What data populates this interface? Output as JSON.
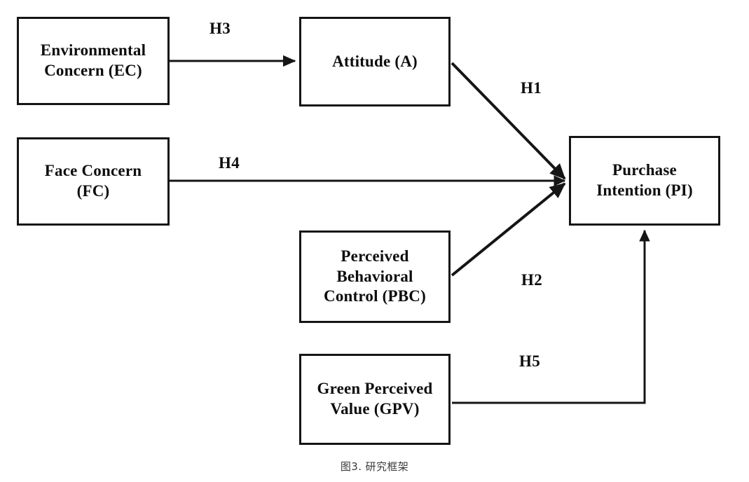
{
  "figure": {
    "caption": "图3. 研究框架",
    "stroke_color": "#151515",
    "text_color": "#0d0d0d",
    "background": "#ffffff"
  },
  "nodes": [
    {
      "id": "ec",
      "label": "Environmental\nConcern (EC)"
    },
    {
      "id": "fc",
      "label": "Face Concern\n(FC)"
    },
    {
      "id": "a",
      "label": "Attitude (A)"
    },
    {
      "id": "pbc",
      "label": "Perceived\nBehavioral\nControl (PBC)"
    },
    {
      "id": "gpv",
      "label": "Green Perceived\nValue (GPV)"
    },
    {
      "id": "pi",
      "label": "Purchase\nIntention (PI)"
    }
  ],
  "hypotheses": [
    {
      "id": "h1",
      "label": "H1",
      "from": "a",
      "to": "pi"
    },
    {
      "id": "h2",
      "label": "H2",
      "from": "pbc",
      "to": "pi"
    },
    {
      "id": "h3",
      "label": "H3",
      "from": "ec",
      "to": "a"
    },
    {
      "id": "h4",
      "label": "H4",
      "from": "fc",
      "to": "pi"
    },
    {
      "id": "h5",
      "label": "H5",
      "from": "gpv",
      "to": "pi"
    }
  ]
}
